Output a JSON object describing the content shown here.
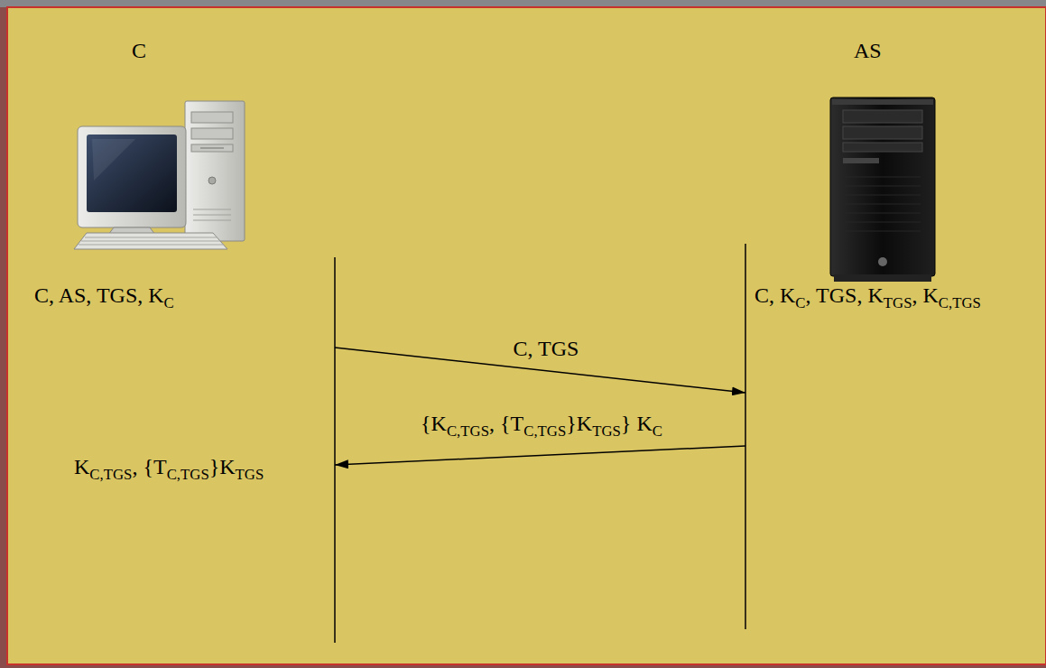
{
  "diagram": {
    "nodes": [
      {
        "text": [
          "C"
        ]
      },
      {
        "text": [
          "AS"
        ]
      }
    ],
    "edges": [
      {
        "from": 0,
        "to": 1,
        "arrow": "to",
        "label": "C, TGS"
      },
      {
        "from": 1,
        "to": 0,
        "arrow": "to",
        "label": "{KC,TGS, {TC,TGS}KTGS} KC"
      }
    ],
    "labels": [
      "C, AS, TGS, KC",
      "C, KC, TGS, KTGS, KC,TGS",
      "KC,TGS, {TC,TGS}KTGS"
    ]
  }
}
